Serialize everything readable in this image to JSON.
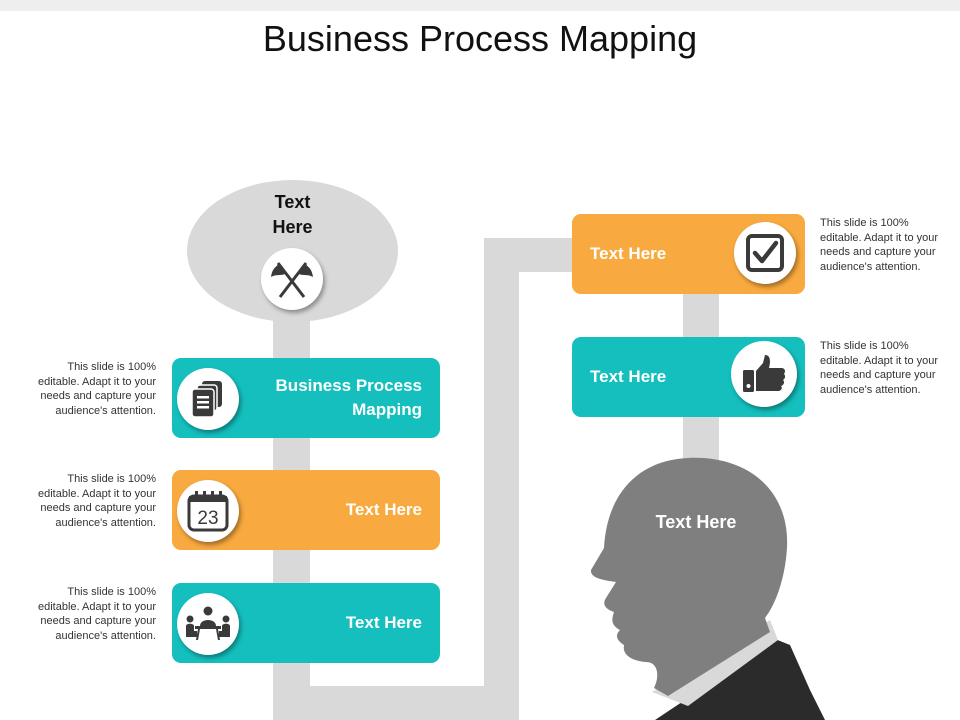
{
  "title": "Business Process Mapping",
  "top_node": {
    "label": "Text Here",
    "icon": "crossed-flags-icon"
  },
  "left_steps": [
    {
      "label": "Business Process Mapping",
      "icon": "documents-icon",
      "color": "#14bfbd",
      "description": "This slide is 100% editable. Adapt it to your needs and capture your audience's attention."
    },
    {
      "label": "Text Here",
      "icon": "calendar-icon",
      "icon_text": "23",
      "color": "#f8a93f",
      "description": "This slide is 100% editable. Adapt it to your needs and capture your audience's attention."
    },
    {
      "label": "Text Here",
      "icon": "meeting-icon",
      "color": "#14bfbd",
      "description": "This slide is 100% editable. Adapt it to your needs and capture your audience's attention."
    }
  ],
  "right_steps": [
    {
      "label": "Text Here",
      "icon": "checkbox-icon",
      "color": "#f8a93f",
      "description": "This slide is 100% editable. Adapt it to your needs and capture your audience's attention."
    },
    {
      "label": "Text Here",
      "icon": "thumbs-up-icon",
      "color": "#14bfbd",
      "description": "This slide is 100% editable. Adapt it to your needs and capture your audience's attention."
    }
  ],
  "head_node": {
    "label": "Text Here"
  },
  "colors": {
    "teal": "#14bfbd",
    "orange": "#f8a93f",
    "connector": "#d9d9d9",
    "head": "#7f7f7f",
    "suit": "#2b2b2b"
  }
}
